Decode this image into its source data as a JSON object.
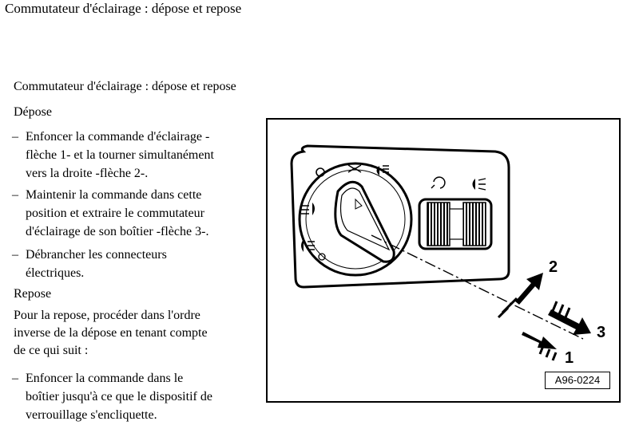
{
  "page": {
    "title": "Commutateur d'éclairage : dépose et repose",
    "section_title": "Commutateur d'éclairage : dépose et repose"
  },
  "depose": {
    "heading": "Dépose",
    "steps": [
      {
        "mark": "–",
        "text": "Enfoncer la commande d'éclairage -\nflèche 1- et la tourner simultanément\nvers la droite -flèche 2-."
      },
      {
        "mark": "–",
        "text": "Maintenir la commande dans cette\nposition et extraire le commutateur\nd'éclairage de son boîtier -flèche 3-."
      },
      {
        "mark": "–",
        "text": "Débrancher les connecteurs\nélectriques."
      }
    ]
  },
  "repose": {
    "heading": "Repose",
    "intro": "Pour la repose, procéder dans l'ordre\ninverse de la dépose en tenant compte\nde ce qui suit :",
    "steps": [
      {
        "mark": "–",
        "text": "Enfoncer la commande dans le\nboîtier jusqu'à ce que le dispositif de\nverrouillage s'encliquette."
      }
    ]
  },
  "figure": {
    "reference": "A96-0224",
    "callouts": [
      "1",
      "2",
      "3"
    ],
    "icons": [
      "off-symbol-icon",
      "parking-light-icon",
      "headlight-icon",
      "fog-light-icon",
      "rear-fog-light-icon",
      "dimmer-icon"
    ]
  }
}
